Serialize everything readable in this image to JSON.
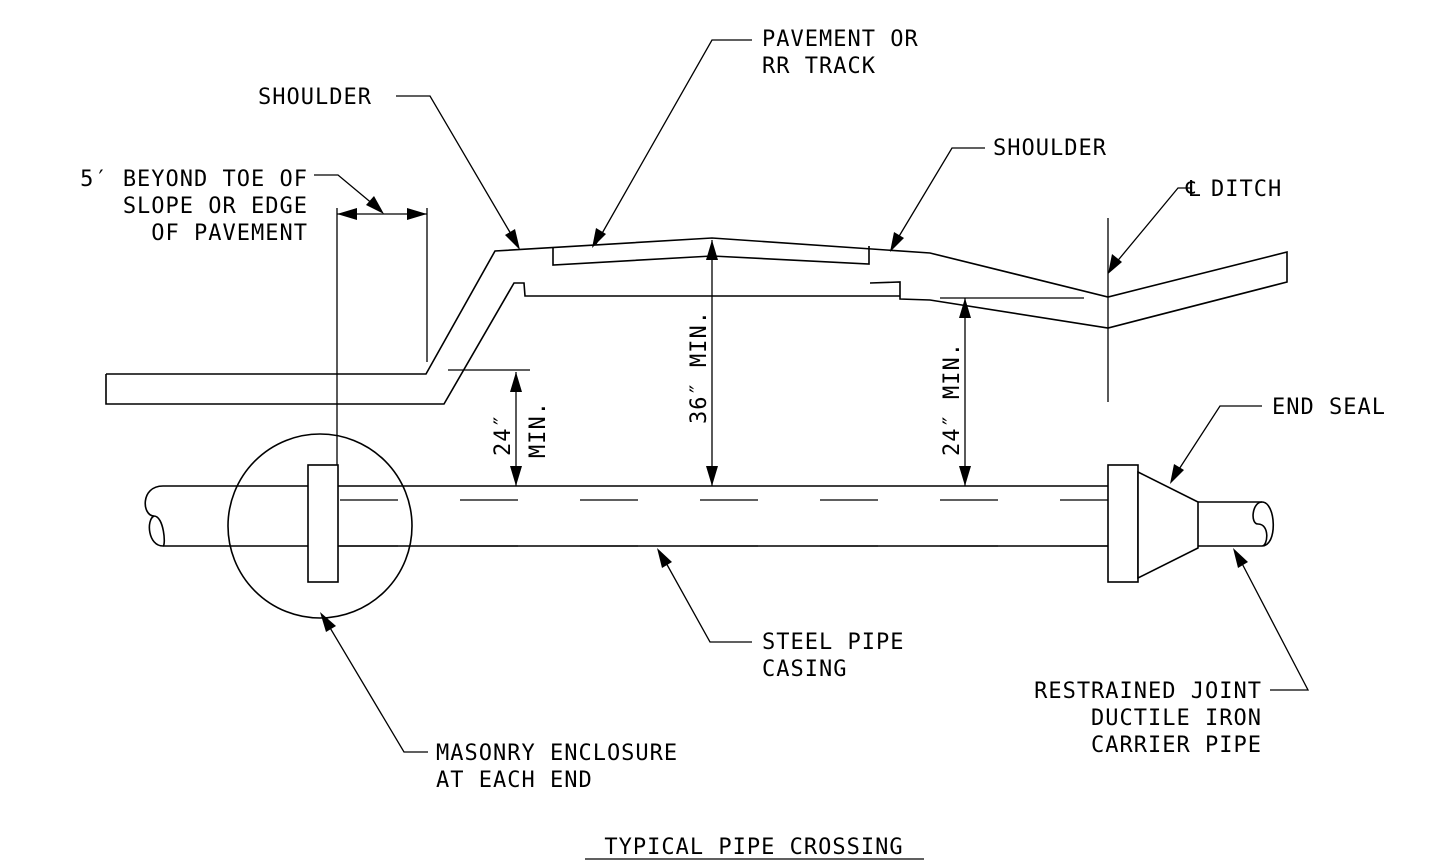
{
  "labels": {
    "pavement": [
      "PAVEMENT OR",
      "RR TRACK"
    ],
    "shoulder_left": "SHOULDER",
    "shoulder_right": "SHOULDER",
    "beyond_toe": [
      "5′ BEYOND TOE OF",
      "SLOPE OR EDGE",
      "OF PAVEMENT"
    ],
    "ditch_symbol": "℄",
    "ditch_text": "DITCH",
    "end_seal": "END SEAL",
    "steel_casing": [
      "STEEL PIPE",
      "CASING"
    ],
    "masonry": [
      "MASONRY ENCLOSURE",
      "AT EACH END"
    ],
    "carrier_pipe": [
      "RESTRAINED JOINT",
      "DUCTILE IRON",
      "CARRIER PIPE"
    ],
    "title": "TYPICAL PIPE CROSSING"
  },
  "dimensions": {
    "left_cover": [
      "24″",
      "MIN."
    ],
    "center_cover": "36″ MIN.",
    "right_cover": "24″ MIN."
  }
}
